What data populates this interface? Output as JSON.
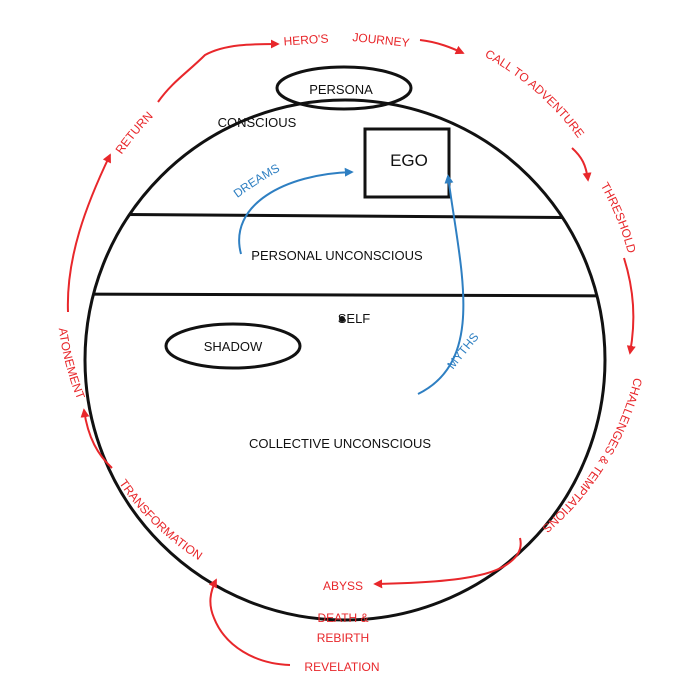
{
  "diagram": {
    "colors": {
      "journey": "#e8272b",
      "arrows_blue": "#2e7fc2",
      "outline": "#111111"
    },
    "layers": {
      "conscious": "CONSCIOUS",
      "personal_unconscious": "PERSONAL UNCONSCIOUS",
      "collective_unconscious": "COLLECTIVE UNCONSCIOUS"
    },
    "archetypes": {
      "persona": "PERSONA",
      "ego": "EGO",
      "self": "SELF",
      "shadow": "SHADOW"
    },
    "connectors": {
      "dreams": "DREAMS",
      "myths": "MYTHS"
    },
    "journey": {
      "heros": "HERO'S",
      "journey": "JOURNEY",
      "call_to_adventure": "CALL TO ADVENTURE",
      "threshold": "THRESHOLD",
      "challenges": "CHALLENGES & TEMPTATIONS",
      "abyss": "ABYSS",
      "death_line1": "DEATH &",
      "death_line2": "REBIRTH",
      "revelation": "REVELATION",
      "transformation": "TRANSFORMATION",
      "atonement": "ATONEMENT",
      "return": "RETURN"
    }
  }
}
